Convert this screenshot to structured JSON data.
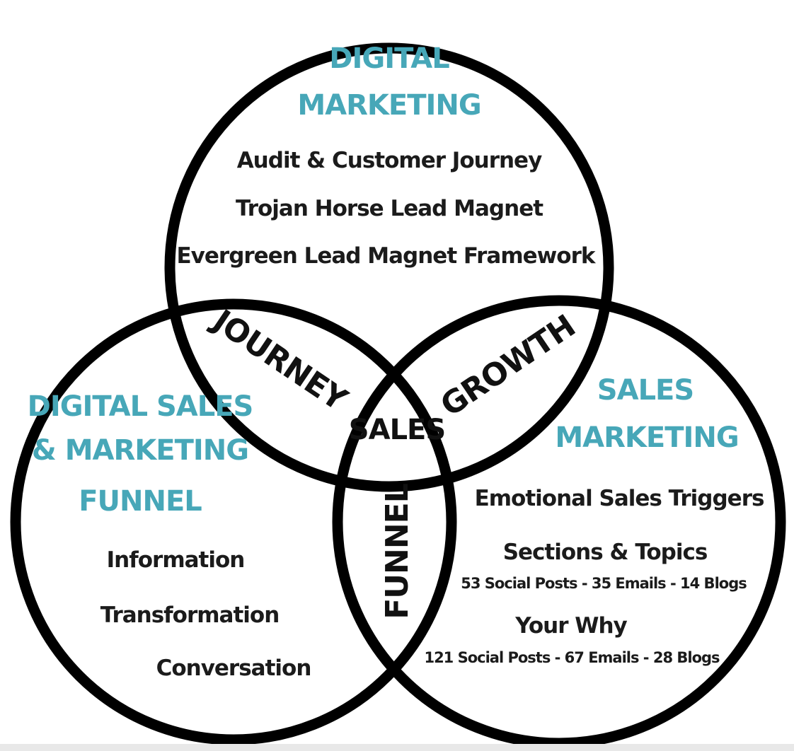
{
  "circles": {
    "top": {
      "heading_line1": "DIGITAL",
      "heading_line2": "MARKETING",
      "items": [
        "Audit & Customer Journey",
        "Trojan Horse Lead Magnet",
        "Evergreen Lead Magnet Framework"
      ]
    },
    "left": {
      "heading_line1": "DIGITAL SALES",
      "heading_line2": "& MARKETING",
      "heading_line3": "FUNNEL",
      "items": [
        "Information",
        "Transformation",
        "Conversation"
      ]
    },
    "right": {
      "heading_line1": "SALES",
      "heading_line2": "MARKETING",
      "items": [
        {
          "title": "Emotional Sales Triggers"
        },
        {
          "title": "Sections & Topics",
          "detail": "53 Social Posts - 35 Emails - 14 Blogs"
        },
        {
          "title": "Your Why",
          "detail": "121 Social Posts - 67 Emails - 28 Blogs"
        }
      ]
    }
  },
  "overlaps": {
    "top_left": "JOURNEY",
    "top_right": "GROWTH",
    "left_right": "FUNNEL",
    "center": "SALES"
  },
  "colors": {
    "heading": "#47a7b8",
    "text": "#1b1b1b",
    "stroke": "#000000"
  }
}
